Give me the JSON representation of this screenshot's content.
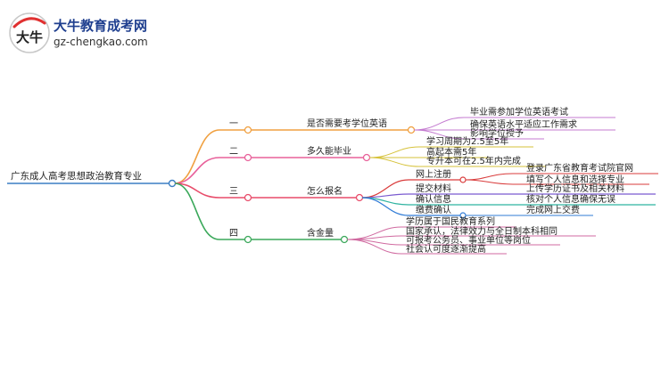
{
  "logo": {
    "name": "大牛教育成考网",
    "url": "gz-chengkao.com",
    "mark_text": "大牛"
  },
  "colors": {
    "root": "#3b7fc4",
    "b1": "#f0a040",
    "b2": "#e8609a",
    "b3": "#e84c6a",
    "b4": "#3aa85a",
    "b1_leaf": "#c47bd0",
    "b2_leaf": "#d6c23a",
    "b3_leaf1": "#d93b3b",
    "b3_leaf2": "#7a5bd0",
    "b3_leaf3": "#2fb3a0",
    "b3_leaf4": "#2f7bd6",
    "b4_leaf": "#d06aa0"
  },
  "mindmap": {
    "root": "广东成人高考思想政治教育专业",
    "branches": [
      {
        "num": "一",
        "label": "是否需要考学位英语",
        "children": [
          "毕业需参加学位英语考试",
          "确保英语水平适应工作需求",
          "影响学位授予"
        ]
      },
      {
        "num": "二",
        "label": "多久能毕业",
        "children": [
          "学习周期为2.5至5年",
          "高起本需5年",
          "专升本可在2.5年内完成"
        ]
      },
      {
        "num": "三",
        "label": "怎么报名",
        "children": [
          {
            "label": "网上注册",
            "children": [
              "登录广东省教育考试院官网",
              "填写个人信息和选择专业"
            ]
          },
          {
            "label": "提交材料",
            "children": [
              "上传学历证书及相关材料"
            ]
          },
          {
            "label": "确认信息",
            "children": [
              "核对个人信息确保无误"
            ]
          },
          {
            "label": "缴费确认",
            "children": [
              "完成网上交费"
            ]
          }
        ]
      },
      {
        "num": "四",
        "label": "含金量",
        "children": [
          "学历属于国民教育系列",
          "国家承认，法律效力与全日制本科相同",
          "可报考公务员、事业单位等岗位",
          "社会认可度逐渐提高"
        ]
      }
    ]
  }
}
